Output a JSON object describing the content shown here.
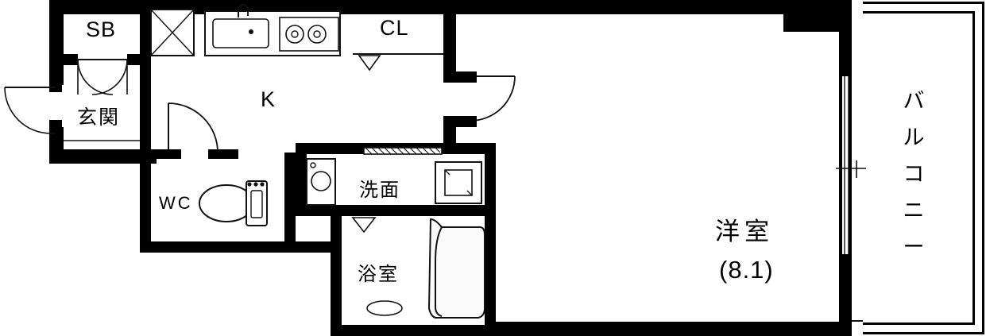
{
  "plan": {
    "title": "apartment-floor-plan",
    "rooms": [
      {
        "key": "sb",
        "label": "SB"
      },
      {
        "key": "cl",
        "label": "CL"
      },
      {
        "key": "kitchen",
        "label": "K"
      },
      {
        "key": "genkan",
        "label": "玄関"
      },
      {
        "key": "wc",
        "label": "WC"
      },
      {
        "key": "washroom",
        "label": "洗面"
      },
      {
        "key": "bath",
        "label": "浴室"
      },
      {
        "key": "western_room",
        "label": "洋室"
      },
      {
        "key": "western_room_area",
        "label": "(8.1)"
      },
      {
        "key": "balcony",
        "label": "バルコニー"
      }
    ],
    "balcony_chars": [
      "バ",
      "ル",
      "コ",
      "ニ",
      "ー"
    ],
    "colors": {
      "wall": "#000000",
      "floor": "#ffffff",
      "fixture_line": "#1a1a1a",
      "fixture_fill": "#fafafa",
      "tub_fill": "#f2f2f2"
    }
  }
}
